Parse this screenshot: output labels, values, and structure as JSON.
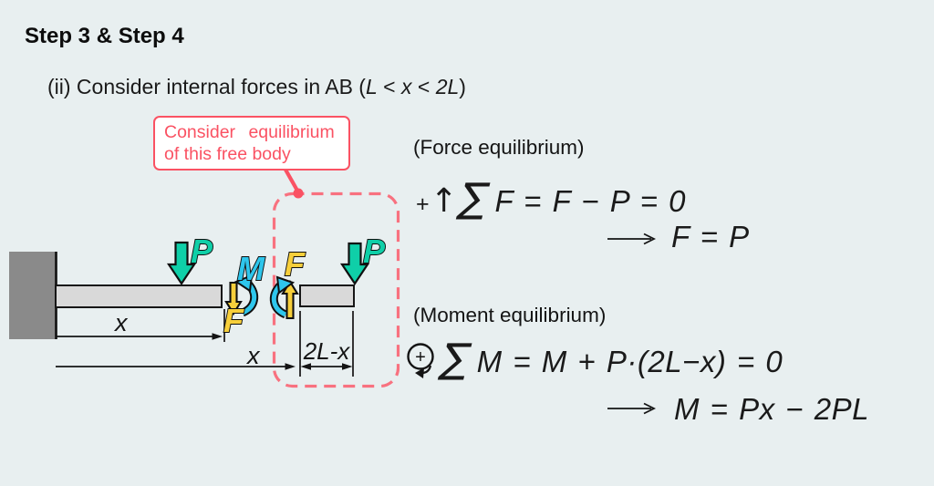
{
  "slide": {
    "title": "Step 3 & Step 4",
    "background_color": "#E8EFF0"
  },
  "subtitle": {
    "prefix": "(ii) Consider internal forces in AB (",
    "var_l": "L",
    "lt1": " < ",
    "var_x": "x",
    "lt2": " < ",
    "var_2l": "2L",
    "suffix": ")"
  },
  "callout": {
    "line1": "Consider equilibrium",
    "line2": "of this free body",
    "border_color": "#FA5263",
    "text_color": "#FA5263"
  },
  "force_section": {
    "label": "(Force equilibrium)",
    "sign_plus": "+",
    "sign_arrow": "↑",
    "sigma": "∑",
    "equation": "F = F − P = 0",
    "result": "F = P"
  },
  "moment_section": {
    "label": "(Moment equilibrium)",
    "sign_plus": "+",
    "sigma": "∑",
    "equation": "M = M + P·(2L−x) = 0",
    "result": "M = Px − 2PL"
  },
  "diagram": {
    "load_label_left": "P",
    "load_label_right": "P",
    "moment_label": "M",
    "shear_label_left": "F",
    "shear_label_right": "F",
    "dim_x_cut": "x",
    "dim_x_full": "x",
    "dim_remainder": "2L-x",
    "colors": {
      "load_arrow": "#0FCFA8",
      "moment_arrow": "#2EC6EC",
      "shear_arrow": "#F7CF3B",
      "beam_fill": "#D9D9D9",
      "wall_fill": "#8A8A8A",
      "highlight_red": "#F8717F"
    }
  }
}
